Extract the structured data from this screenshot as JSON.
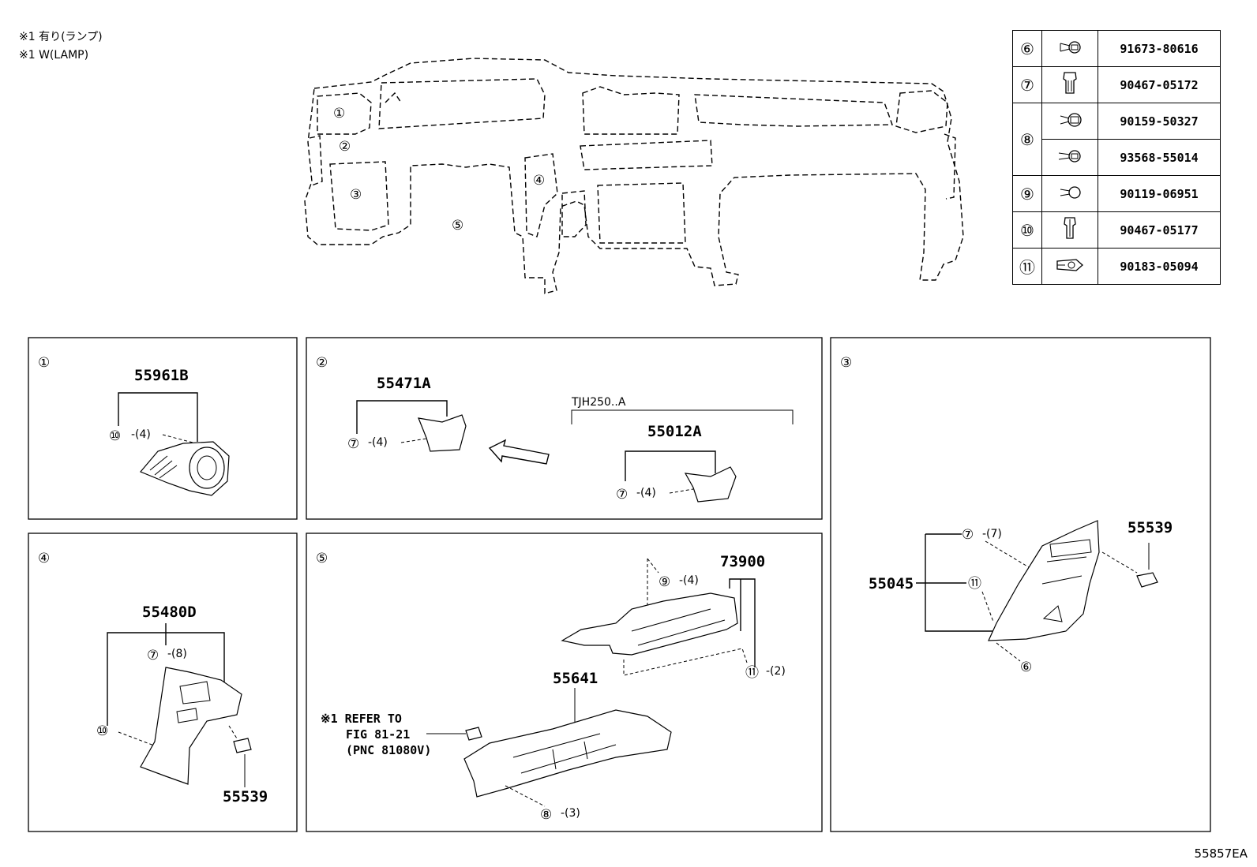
{
  "notes": [
    "※1 有り(ランプ)",
    "※1 W(LAMP)"
  ],
  "diagram_code": "55857EA",
  "overview": {
    "callouts": [
      "①",
      "②",
      "③",
      "④",
      "⑤"
    ]
  },
  "legend": [
    {
      "index": "⑥",
      "icon": "screw-icon",
      "part_no": "91673-80616"
    },
    {
      "index": "⑦",
      "icon": "clip-icon",
      "part_no": "90467-05172"
    },
    {
      "index": "⑧",
      "icon": "screw-icon",
      "part_no": "90159-50327"
    },
    {
      "index": "",
      "icon": "screw-icon",
      "part_no": "93568-55014"
    },
    {
      "index": "⑨",
      "icon": "screw-icon",
      "part_no": "90119-06951"
    },
    {
      "index": "⑩",
      "icon": "clip-icon",
      "part_no": "90467-05177"
    },
    {
      "index": "⑪",
      "icon": "nut-clip-icon",
      "part_no": "90183-05094"
    }
  ],
  "panels": {
    "p1": {
      "label": "①",
      "part": "55961B",
      "fastener": "⑩",
      "qty": "-(4)"
    },
    "p2": {
      "label": "②",
      "part_a": "55471A",
      "fastener_a": "⑦",
      "qty_a": "-(4)",
      "variant": "TJH250..A",
      "part_b": "55012A",
      "fastener_b": "⑦",
      "qty_b": "-(4)"
    },
    "p3": {
      "label": "③",
      "part": "55045",
      "fastener_7": "⑦",
      "qty_7": "-(7)",
      "fastener_11": "⑪",
      "fastener_6": "⑥",
      "part_cap": "55539"
    },
    "p4": {
      "label": "④",
      "part": "55480D",
      "fastener_7": "⑦",
      "qty_7": "-(8)",
      "fastener_10": "⑩",
      "part_cap": "55539"
    },
    "p5": {
      "label": "⑤",
      "part_top": "73900",
      "fastener_9": "⑨",
      "qty_9": "-(4)",
      "fastener_11": "⑪",
      "qty_11": "-(2)",
      "part_bottom": "55641",
      "fastener_8": "⑧",
      "qty_8": "-(3)",
      "ref_line1": "※1 REFER TO",
      "ref_line2": "FIG 81-21",
      "ref_line3": "(PNC 81080V)"
    }
  }
}
